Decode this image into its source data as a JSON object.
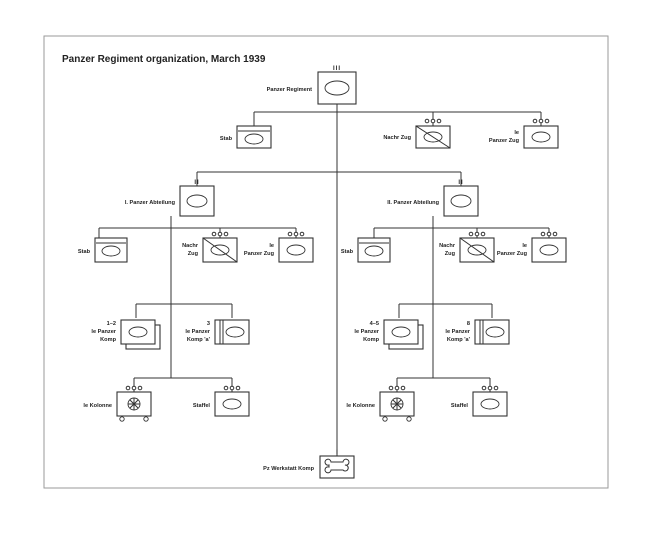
{
  "title": "Panzer Regiment organization, March 1939",
  "regiment": {
    "label": "Panzer Regiment",
    "rank": "III"
  },
  "regiment_units": {
    "stab": "Stab",
    "nachr": "Nachr Zug",
    "leichte_1": "le",
    "leichte_2": "Panzer Zug"
  },
  "abt1": {
    "label": "I. Panzer Abteilung",
    "rank": "II",
    "stab": "Stab",
    "nachr_1": "Nachr",
    "nachr_2": "Zug",
    "leichte_1": "le",
    "leichte_2": "Panzer Zug",
    "komp_a_num": "1–2",
    "komp_a_1": "le Panzer",
    "komp_a_2": "Komp",
    "komp_b_num": "3",
    "komp_b_1": "le Panzer",
    "komp_b_2": "Komp 'a'",
    "kolonne": "le Kolonne",
    "staffel": "Staffel"
  },
  "abt2": {
    "label": "II. Panzer Abteilung",
    "rank": "II",
    "stab": "Stab",
    "nachr_1": "Nachr",
    "nachr_2": "Zug",
    "leichte_1": "le",
    "leichte_2": "Panzer Zug",
    "komp_a_num": "4–5",
    "komp_a_1": "le Panzer",
    "komp_a_2": "Komp",
    "komp_b_num": "8",
    "komp_b_1": "le Panzer",
    "komp_b_2": "Komp 'a'",
    "kolonne": "le Kolonne",
    "staffel": "Staffel"
  },
  "werkstatt": {
    "label": "Pz Werkstatt Komp",
    "rank": "I"
  }
}
